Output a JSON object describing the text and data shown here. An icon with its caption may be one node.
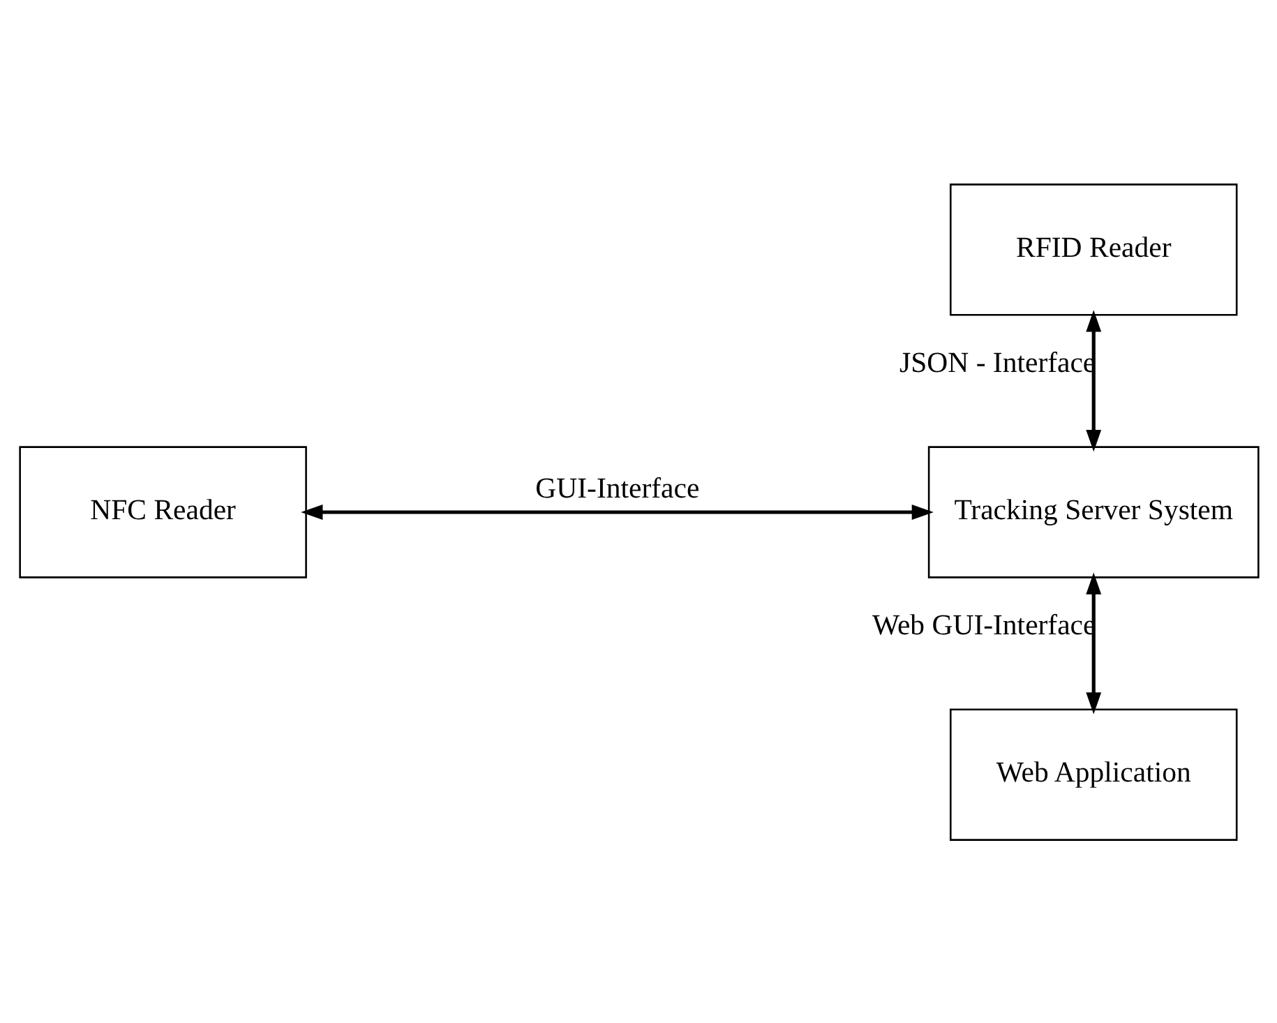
{
  "diagram": {
    "nodes": [
      {
        "text": [
          "RFID Reader"
        ]
      },
      {
        "text": [
          "NFC Reader"
        ]
      },
      {
        "text": [
          "Tracking Server System"
        ]
      },
      {
        "text": [
          "Web Application"
        ]
      }
    ],
    "edges": [
      {
        "from": 0,
        "to": 2,
        "arrow": "both",
        "label": "JSON - Interface"
      },
      {
        "from": 1,
        "to": 2,
        "arrow": "both",
        "label": "GUI-Interface"
      },
      {
        "from": 2,
        "to": 3,
        "arrow": "both",
        "label": "Web GUI-Interface"
      }
    ]
  }
}
